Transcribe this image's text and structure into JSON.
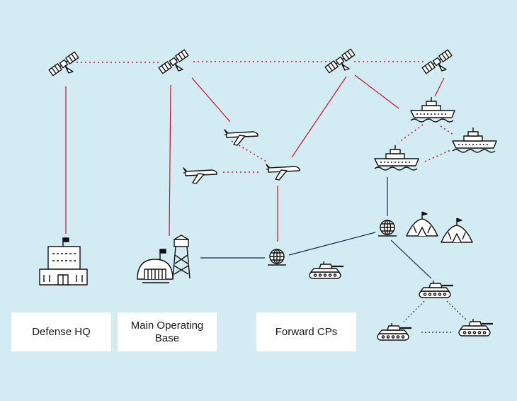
{
  "labels": {
    "defense_hq": "Defense HQ",
    "main_operating_base": "Main Operating Base",
    "forward_cps": "Forward CPs"
  },
  "colors": {
    "background": "#d3ebf3",
    "link_red": "#c8102e",
    "link_dark": "#1c2a44",
    "icon_stroke": "#111111"
  },
  "icons": [
    "satellite-icon",
    "drone-icon",
    "ship-icon",
    "building-icon",
    "hangar-tower-icon",
    "radar-dome-icon",
    "tank-icon",
    "tent-icon"
  ]
}
